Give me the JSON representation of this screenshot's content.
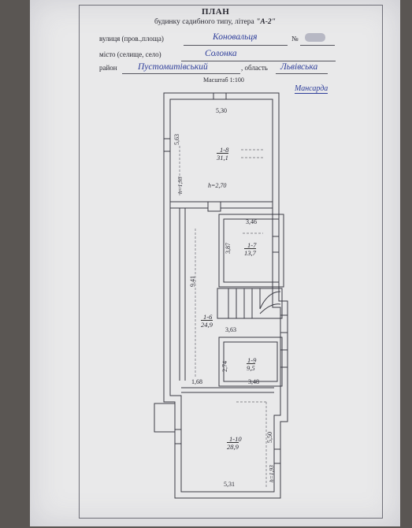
{
  "header": {
    "title": "ПЛАН",
    "subtitle_prefix": "будинку садибного типу, літера",
    "litera": "\"А-2\""
  },
  "address": {
    "street_label": "вулиця (пров.,площа)",
    "street_value": "Коновальця",
    "number_label": "№",
    "town_label": "місто (селище, село)",
    "town_value": "Солонка",
    "district_label": "район",
    "district_value": "Пустомитівський",
    "oblast_label": ", область",
    "oblast_value": "Львівська"
  },
  "scale": "Масштаб 1:100",
  "floor_label": "Мансарда",
  "rooms": [
    {
      "id": "1-8",
      "area": "31,1"
    },
    {
      "id": "1-7",
      "area": "13,7"
    },
    {
      "id": "1-6",
      "area": "24,9"
    },
    {
      "id": "1-9",
      "area": "9,5"
    },
    {
      "id": "1-10",
      "area": "28,9"
    }
  ],
  "dims": {
    "top_width": "5,30",
    "top_height": "5,63",
    "top_h_left": "h=1,93",
    "top_ceiling": "h=2,70",
    "r7_width": "3,46",
    "r7_height": "3,87",
    "hall_length": "9,41",
    "r9_top": "3,63",
    "r9_height": "2,74",
    "r9_bottom": "3,48",
    "small_168": "1,68",
    "bottom_height": "5,50",
    "bottom_h_right": "h=1,93",
    "bottom_width": "5,31"
  }
}
